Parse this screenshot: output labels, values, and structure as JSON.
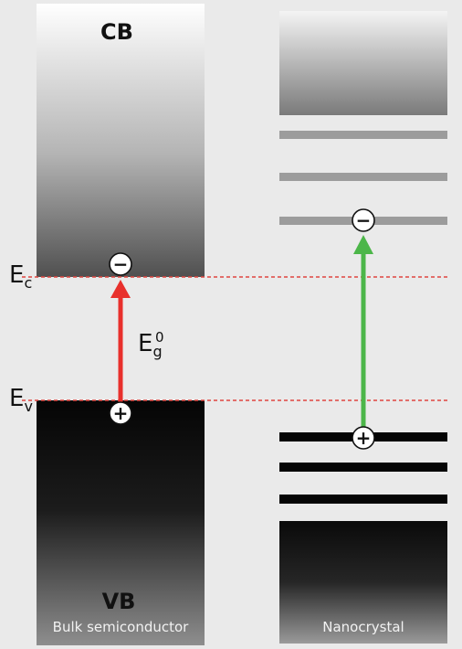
{
  "bands": {
    "cb_label": "CB",
    "vb_label": "VB"
  },
  "levels": {
    "ec_main": "E",
    "ec_sub": "c",
    "ev_main": "E",
    "ev_sub": "v",
    "gap_main": "E",
    "gap_sub": "g",
    "gap_sup": "0"
  },
  "charges": {
    "electron_symbol": "−",
    "hole_symbol": "+"
  },
  "captions": {
    "bulk": "Bulk semiconductor",
    "nano": "Nanocrystal"
  },
  "colors": {
    "bulk_transition_arrow": "#e8302c",
    "nano_transition_arrow": "#4cb649",
    "level_line": "#e0453f"
  }
}
